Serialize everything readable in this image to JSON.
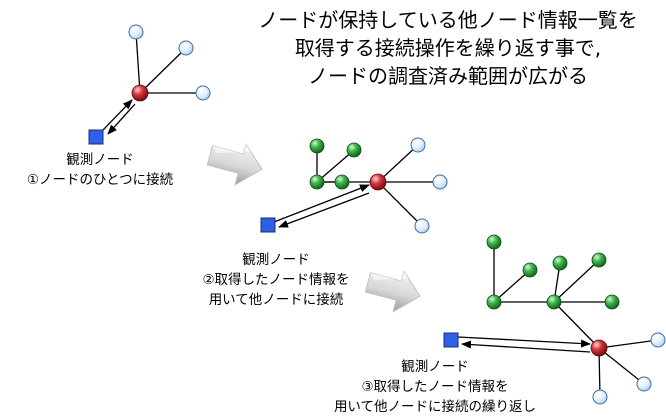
{
  "title": {
    "line1": "ノードが保持している他ノード情報一覧を",
    "line2": "取得する接続操作を繰り返す事で,",
    "line3": "ノードの調査済み範囲が広がる"
  },
  "steps": [
    {
      "label": "観測ノード",
      "desc1": "①ノードのひとつに接続",
      "desc2": ""
    },
    {
      "label": "観測ノード",
      "desc1": "②取得したノード情報を",
      "desc2": "用いて他ノードに接続"
    },
    {
      "label": "観測ノード",
      "desc1": "③取得したノード情報を",
      "desc2": "用いて他ノードに接続の繰り返し"
    }
  ],
  "colors": {
    "observer": "#2f5fe6",
    "target": "#c0272d",
    "unvisited": "#dcecf9",
    "unvisited_stroke": "#3a6ea8",
    "visited": "#2ea23a",
    "edge": "#000000"
  },
  "icons": {
    "transition_arrow": "arrow-right-3d-icon"
  }
}
